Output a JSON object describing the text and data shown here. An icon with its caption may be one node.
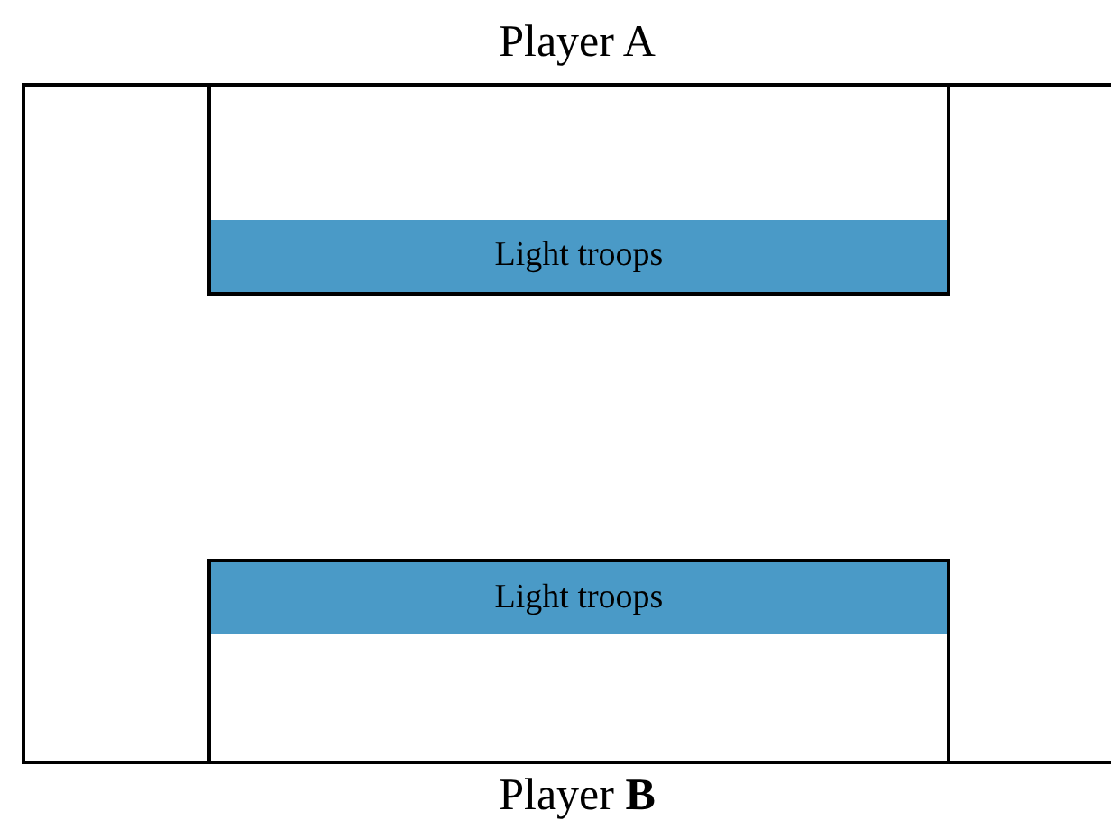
{
  "diagram": {
    "nodes": [
      {
        "text": [],
        "shape": "box"
      },
      {
        "text": [],
        "shape": "box",
        "in": 0
      },
      {
        "text": [
          "Light troops"
        ],
        "in": 1
      },
      {
        "text": [],
        "shape": "box",
        "in": 0
      },
      {
        "text": [
          "Light troops"
        ],
        "in": 3
      }
    ],
    "labels": [
      "Player A",
      "Player **B**"
    ]
  }
}
